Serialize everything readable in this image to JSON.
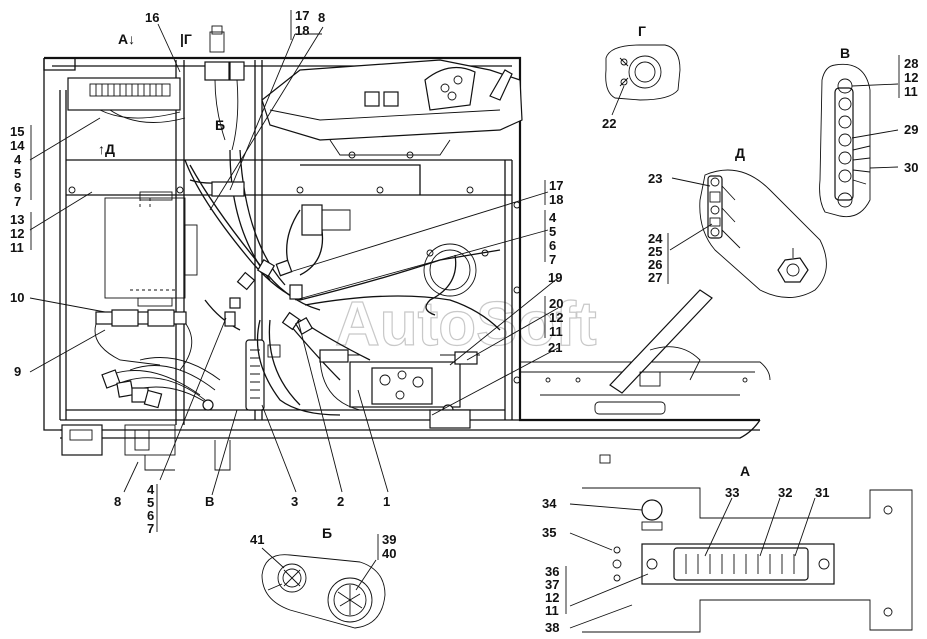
{
  "watermark": "AutoSoft",
  "views": {
    "A": "А",
    "B": "Б",
    "V": "В",
    "G": "Г",
    "D": "Д",
    "arrow_A": "А↓",
    "arrow_G": "|Г",
    "arrow_B": "Б",
    "arrow_D": "↑Д"
  },
  "labels": {
    "p1": "1",
    "p2": "2",
    "p3": "3",
    "p8a": "8",
    "p8b": "8",
    "p9": "9",
    "p10": "10",
    "p16": "16",
    "p19": "19",
    "p21": "21",
    "p22": "22",
    "p23": "23",
    "p29": "29",
    "p30": "30",
    "p31": "31",
    "p32": "32",
    "p33": "33",
    "p34": "34",
    "p35": "35",
    "p38": "38",
    "p41": "41",
    "pB": "В"
  },
  "stacks": {
    "s1718a": [
      "17",
      "18"
    ],
    "s15": [
      "15",
      "14",
      "4",
      "5",
      "6",
      "7"
    ],
    "s13": [
      "13",
      "12",
      "11"
    ],
    "s1718b": [
      "17",
      "18"
    ],
    "s4567a": [
      "4",
      "5",
      "6",
      "7"
    ],
    "s20": [
      "20",
      "12",
      "11"
    ],
    "s4567b": [
      "4",
      "5",
      "6",
      "7"
    ],
    "s28": [
      "28",
      "12",
      "11"
    ],
    "s24": [
      "24",
      "25",
      "26",
      "27"
    ],
    "s3940": [
      "39",
      "40"
    ],
    "s36": [
      "36",
      "37",
      "12",
      "11"
    ]
  }
}
